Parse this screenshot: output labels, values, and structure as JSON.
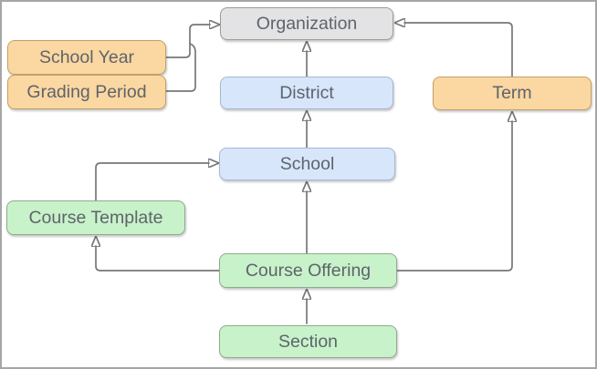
{
  "diagram": {
    "description": "Entity relationship diagram of school data model",
    "nodes": {
      "organization": {
        "label": "Organization",
        "type": "gray"
      },
      "district": {
        "label": "District",
        "type": "blue"
      },
      "school": {
        "label": "School",
        "type": "blue"
      },
      "term": {
        "label": "Term",
        "type": "orange"
      },
      "school_year": {
        "label": "School Year",
        "type": "orange"
      },
      "grading_period": {
        "label": "Grading Period",
        "type": "orange"
      },
      "course_template": {
        "label": "Course Template",
        "type": "green"
      },
      "course_offering": {
        "label": "Course Offering",
        "type": "green"
      },
      "section": {
        "label": "Section",
        "type": "green"
      }
    },
    "edges": [
      {
        "from": "school_year",
        "to": "organization"
      },
      {
        "from": "grading_period",
        "to": "organization"
      },
      {
        "from": "district",
        "to": "organization"
      },
      {
        "from": "term",
        "to": "organization"
      },
      {
        "from": "school",
        "to": "district"
      },
      {
        "from": "course_template",
        "to": "school"
      },
      {
        "from": "course_offering",
        "to": "school"
      },
      {
        "from": "course_offering",
        "to": "course_template"
      },
      {
        "from": "course_offering",
        "to": "term"
      },
      {
        "from": "section",
        "to": "course_offering"
      }
    ],
    "colors": {
      "orange_fill": "#FBD7A1",
      "orange_stroke": "#C2A068",
      "blue_fill": "#D7E6FB",
      "blue_stroke": "#A3B8D6",
      "green_fill": "#C8F2C9",
      "green_stroke": "#8EAB90",
      "gray_fill": "#E3E3E5",
      "gray_stroke": "#9B9B9B",
      "connector": "#777777",
      "arrowhead": "#111111",
      "text": "#5E646C",
      "frame_border": "#A6A6A6",
      "canvas_bg": "#FFFFFF"
    }
  }
}
